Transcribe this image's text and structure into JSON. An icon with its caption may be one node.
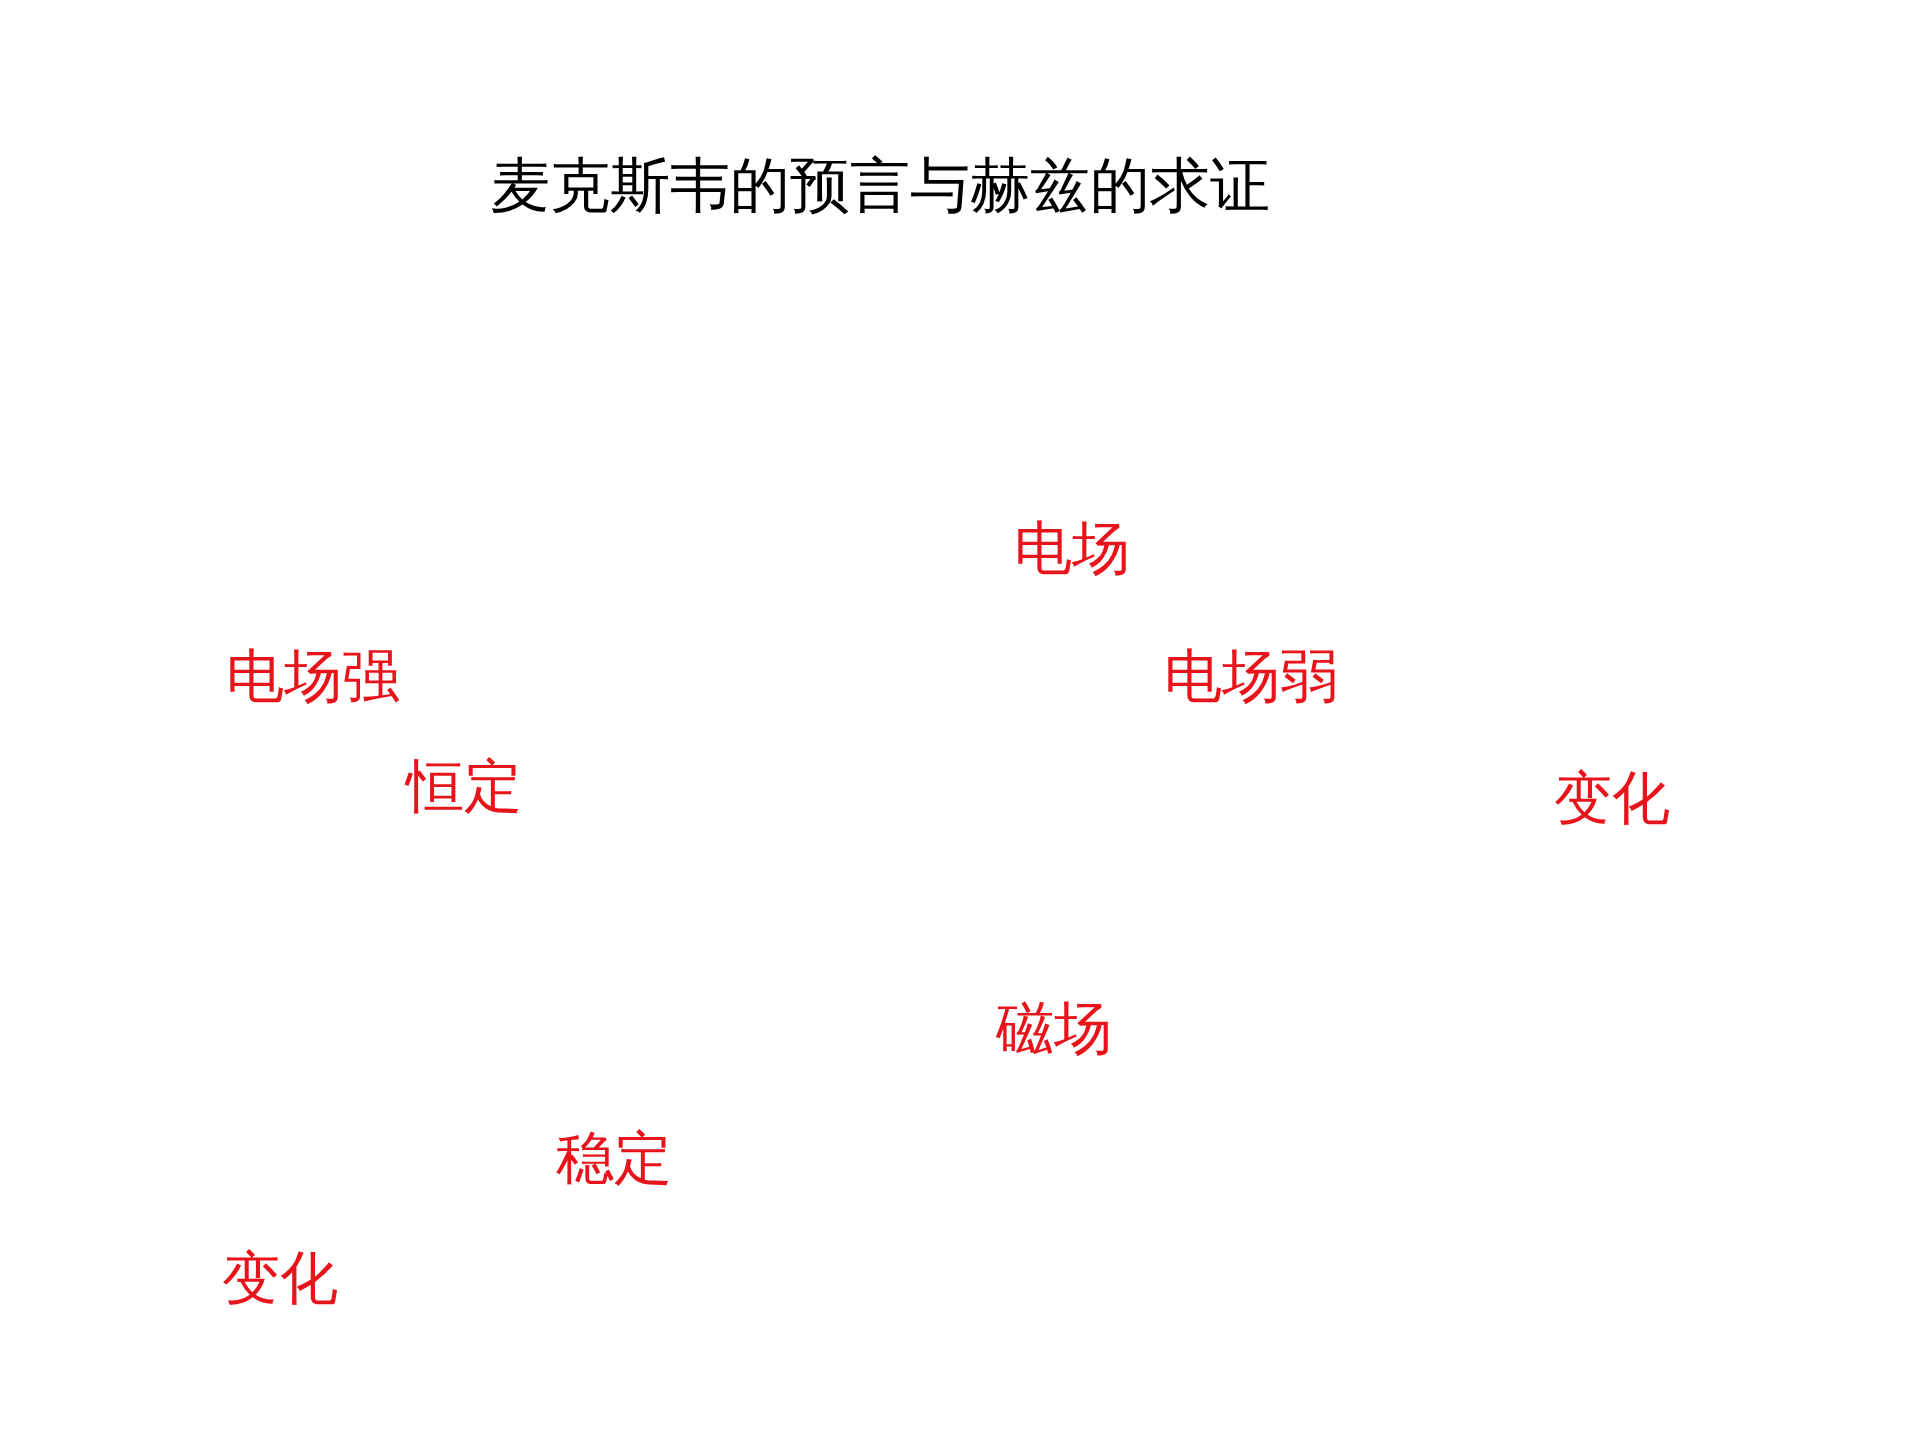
{
  "diagram": {
    "title": "麦克斯韦的预言与赫兹的求证",
    "labels": [
      "电场",
      "电场强",
      "电场弱",
      "恒定",
      "变化",
      "磁场",
      "稳定",
      "变化"
    ]
  }
}
